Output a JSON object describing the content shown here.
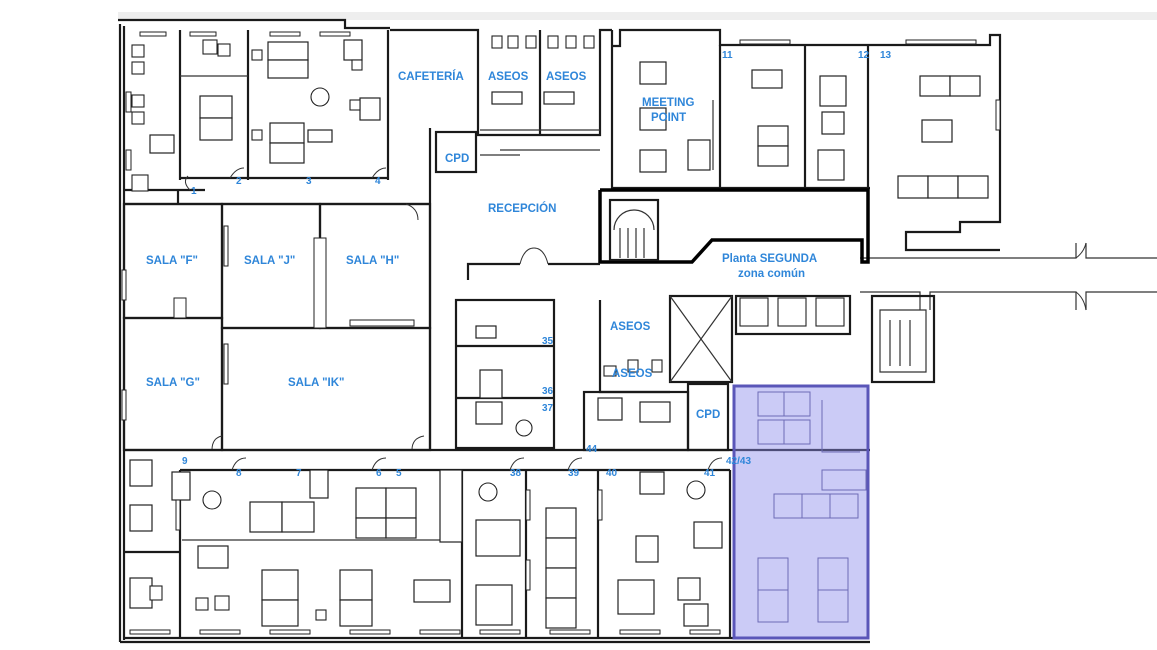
{
  "labels": {
    "cafeteria": "CAFETERÍA",
    "aseos_1": "ASEOS",
    "aseos_2": "ASEOS",
    "meeting_1": "MEETING",
    "meeting_2": "POINT",
    "cpd_top": "CPD",
    "recepcion": "RECEPCIÓN",
    "sala_f": "SALA \"F\"",
    "sala_j": "SALA \"J\"",
    "sala_h": "SALA \"H\"",
    "sala_g": "SALA \"G\"",
    "sala_ik": "SALA \"IK\"",
    "planta_1": "Planta SEGUNDA",
    "planta_2": "zona común",
    "aseos_3": "ASEOS",
    "aseos_4": "ASEOS",
    "cpd_mid": "CPD"
  },
  "numbers": {
    "n1": "1",
    "n2": "2",
    "n3": "3",
    "n4": "4",
    "n5": "5",
    "n6": "6",
    "n7": "7",
    "n8": "8",
    "n9": "9",
    "n11": "11",
    "n12": "12",
    "n13": "13",
    "n35": "35",
    "n36": "36",
    "n37": "37",
    "n38": "38",
    "n39": "39",
    "n40": "40",
    "n41": "41",
    "n42_43": "42/43",
    "n44": "44"
  },
  "colors": {
    "label": "#2f86d9",
    "highlight_fill": "#8c8ceb",
    "highlight_stroke": "#5a56b8"
  }
}
